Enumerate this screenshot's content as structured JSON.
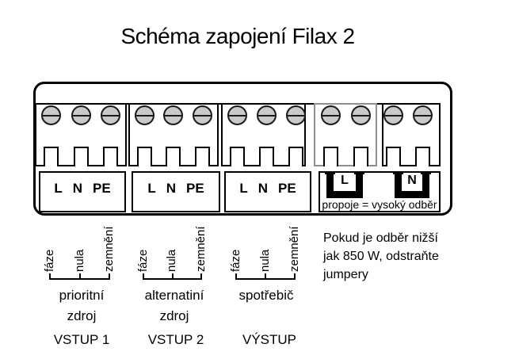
{
  "title": "Schéma zapojení Filax 2",
  "device": {
    "terminal_blocks": [
      {
        "terminals": [
          "L",
          "N",
          "PE"
        ]
      },
      {
        "terminals": [
          "L",
          "N",
          "PE"
        ]
      },
      {
        "terminals": [
          "L",
          "N",
          "PE"
        ]
      }
    ],
    "jumpers": [
      {
        "label": "L"
      },
      {
        "label": "N"
      }
    ],
    "jumper_note": "propoje = vysoký odběr"
  },
  "annotations": {
    "groups": [
      {
        "wires": [
          "fáze",
          "nula",
          "zemnění"
        ],
        "name_lines": [
          "prioritní",
          "zdroj"
        ],
        "port": "VSTUP 1"
      },
      {
        "wires": [
          "fáze",
          "nula",
          "zemnění"
        ],
        "name_lines": [
          "alternatiní",
          "zdroj"
        ],
        "port": "VSTUP 2"
      },
      {
        "wires": [
          "fáze",
          "nula",
          "zemnění"
        ],
        "name_lines": [
          "spotřebič"
        ],
        "port": "VÝSTUP"
      }
    ],
    "note_lines": [
      "Pokud je odběr nižší",
      "jak 850 W, odstraňte",
      "jumpery"
    ]
  },
  "colors": {
    "outline": "#000000",
    "screw_fill": "#c9c9c9",
    "highlight_box_border": "#8f8f8f"
  }
}
